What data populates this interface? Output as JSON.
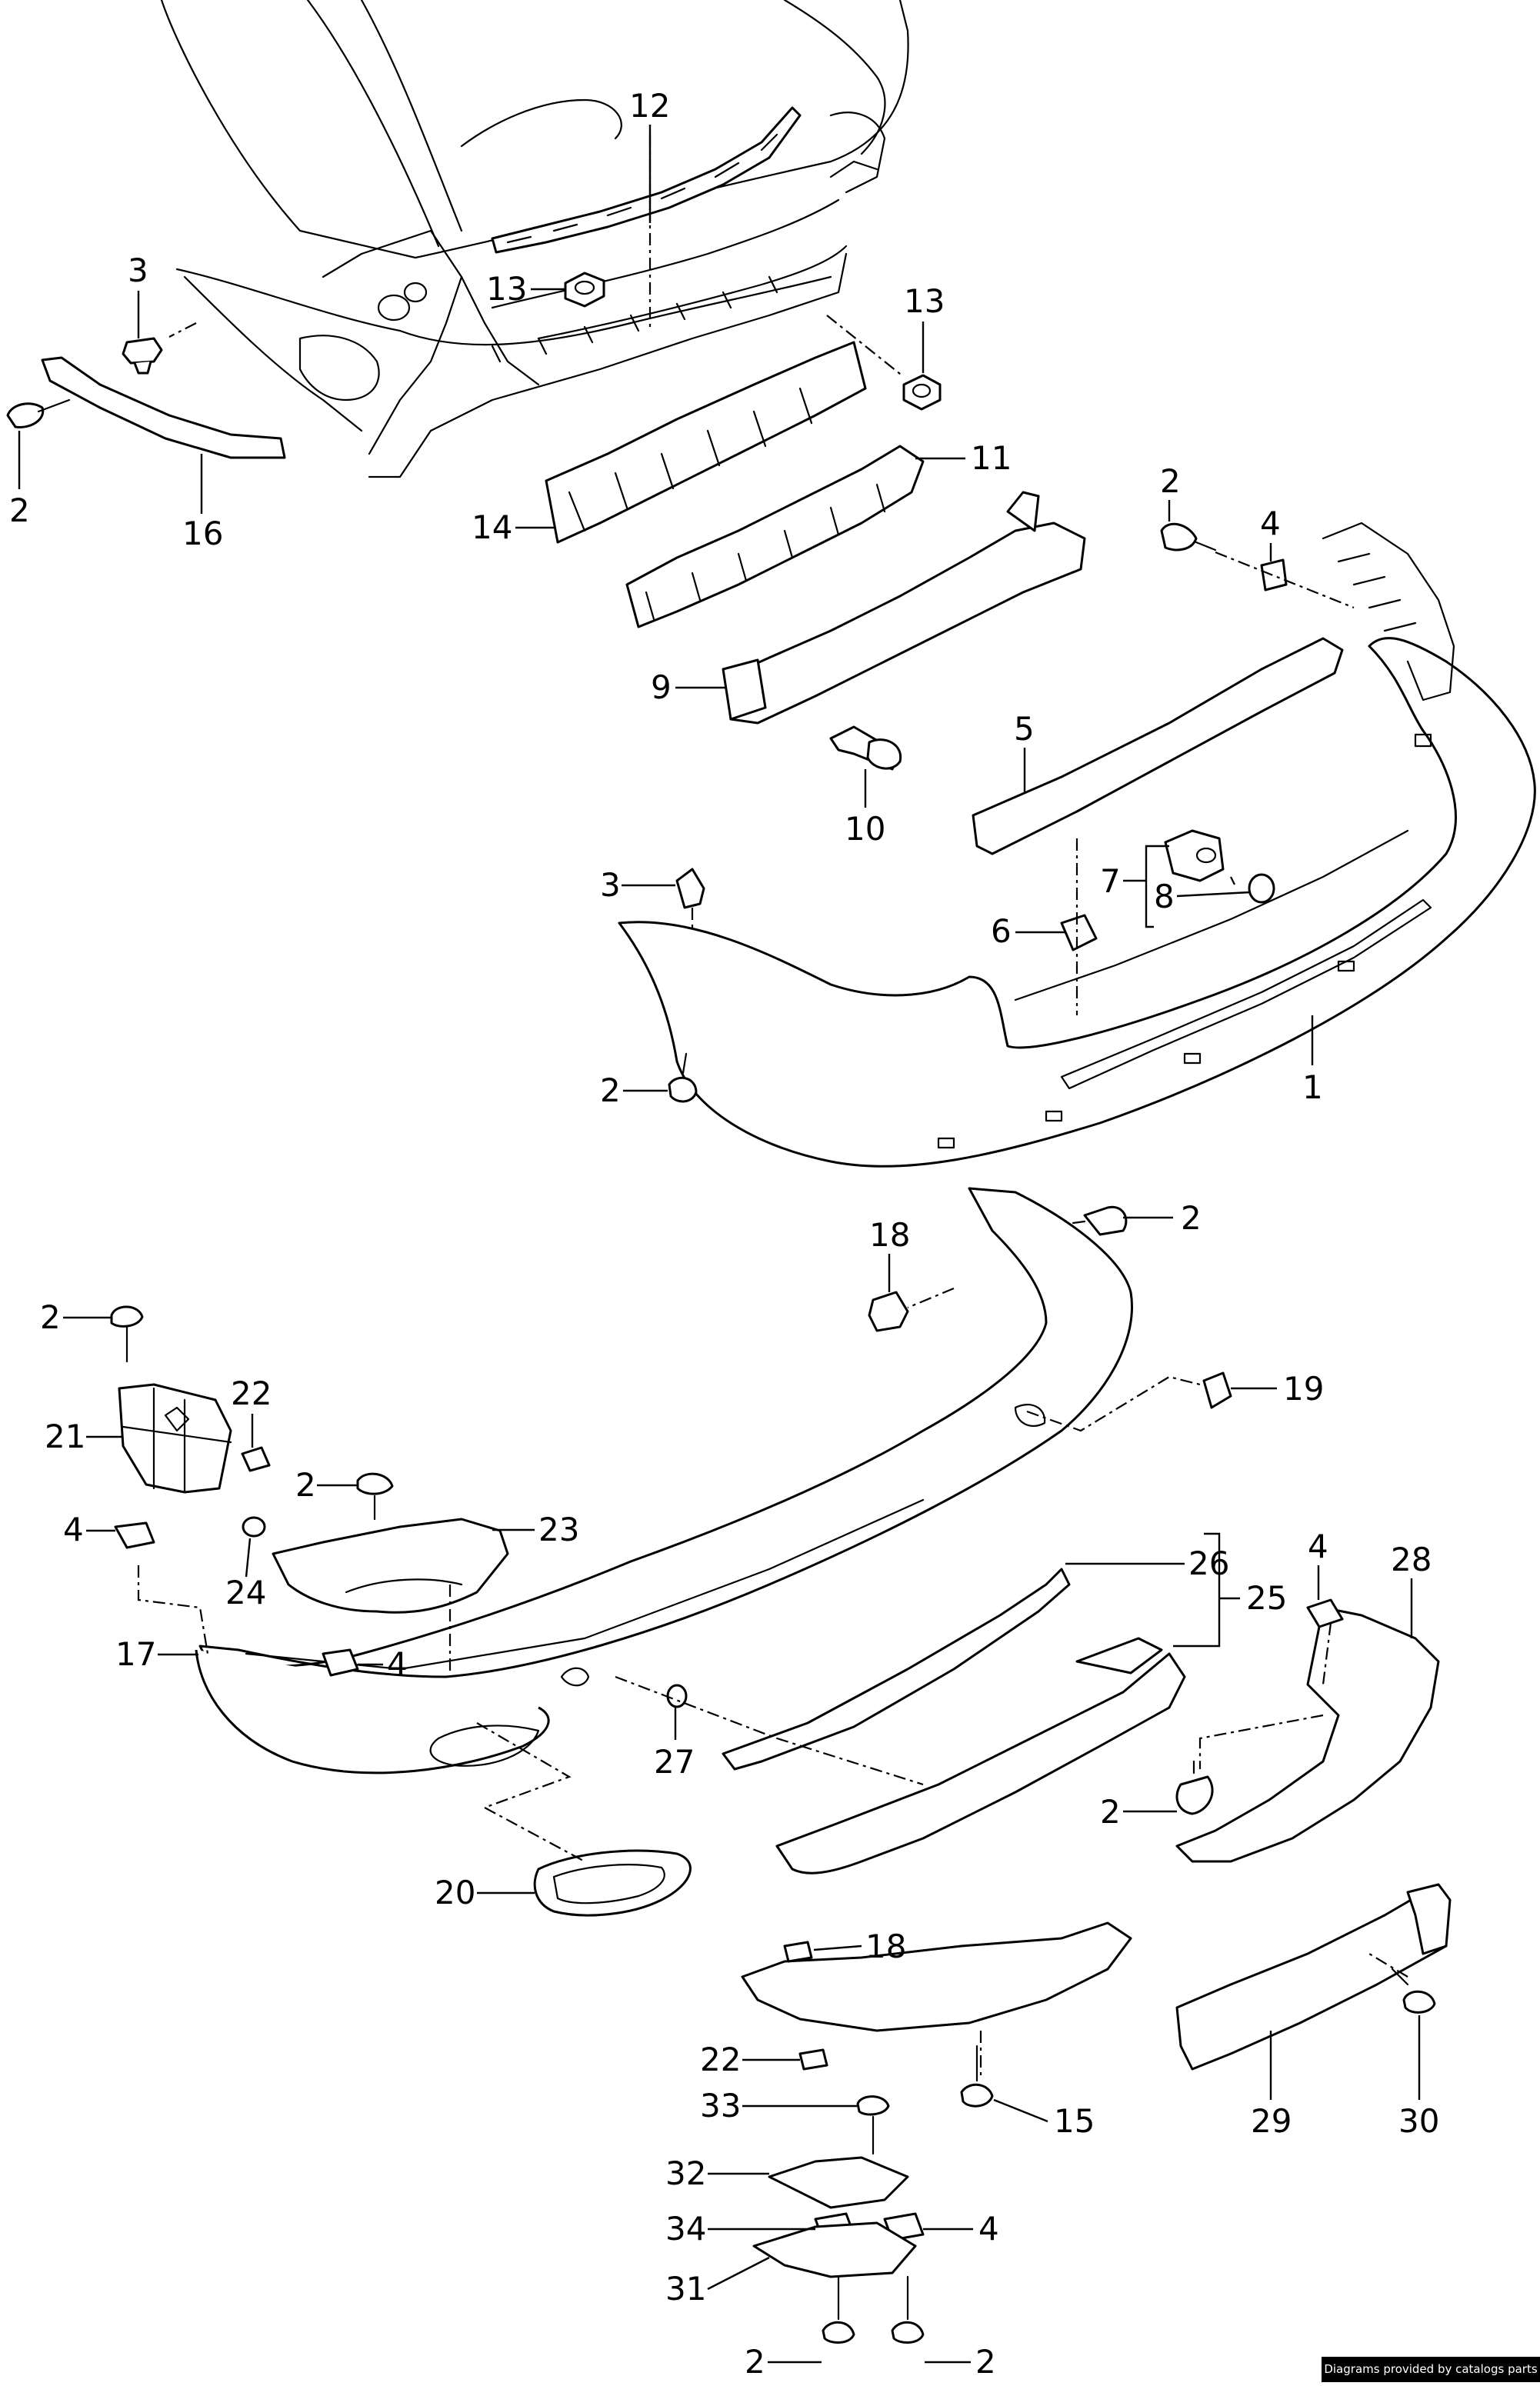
{
  "callouts": [
    "1",
    "2",
    "3",
    "4",
    "5",
    "6",
    "7",
    "8",
    "9",
    "10",
    "11",
    "12",
    "13",
    "14",
    "15",
    "16",
    "17",
    "18",
    "19",
    "20",
    "21",
    "22",
    "23",
    "24",
    "25",
    "26",
    "27",
    "28",
    "29",
    "30",
    "31",
    "32",
    "33",
    "34"
  ],
  "credit": "Diagrams provided by catalogs parts"
}
